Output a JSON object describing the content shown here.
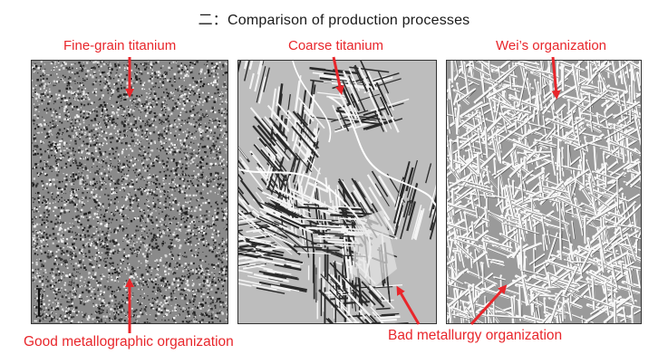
{
  "title": "二：Comparison of production processes",
  "labels": {
    "fine_grain": "Fine-grain titanium",
    "coarse": "Coarse titanium",
    "weis": "Wei’s organization",
    "good": "Good metallographic organization",
    "bad": "Bad metallurgy  organization"
  },
  "colors": {
    "accent": "#e8262b",
    "text": "#1a1a1a"
  }
}
